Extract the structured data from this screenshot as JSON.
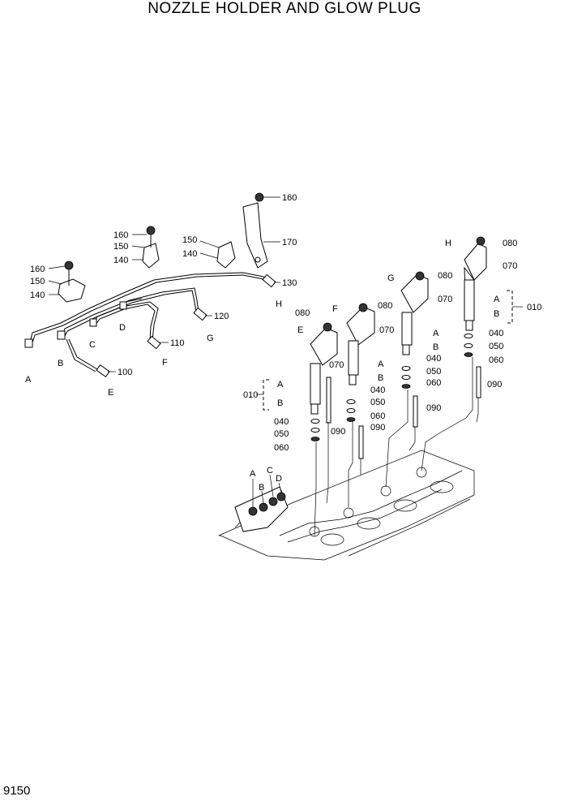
{
  "title": "NOZZLE HOLDER AND GLOW PLUG",
  "page_number": "9150",
  "labels": {
    "p160a": "160",
    "p170": "170",
    "p150a": "150",
    "p140a": "140",
    "p130": "130",
    "pH1": "H",
    "p160b": "160",
    "p150b": "150",
    "p140b": "140",
    "p160c": "160",
    "p150c": "150",
    "p140c": "140",
    "p120": "120",
    "pG1": "G",
    "p110": "110",
    "pF1": "F",
    "p100": "100",
    "pE1": "E",
    "pA1": "A",
    "pB1": "B",
    "pC1": "C",
    "pD1": "D",
    "pH2": "H",
    "p080a": "080",
    "p070a": "070",
    "pA2": "A",
    "pB2": "B",
    "p010a": "010",
    "p040a": "040",
    "p050a": "050",
    "p060a": "060",
    "p090a": "090",
    "pG2": "G",
    "p080b": "080",
    "p070b": "070",
    "pA3": "A",
    "pB3": "B",
    "p040b": "040",
    "p050b": "050",
    "p060b": "060",
    "p090b": "090",
    "pF2": "F",
    "p080c": "080",
    "p080d": "080",
    "p070c": "070",
    "pA4": "A",
    "pB4": "B",
    "p040c": "040",
    "p050c": "050",
    "p060c": "060",
    "p090c": "090",
    "pE2": "E",
    "p070d": "070",
    "pA5": "A",
    "pB5": "B",
    "p010b": "010",
    "p040d": "040",
    "p050d": "050",
    "p060d": "060",
    "p090d": "090",
    "pA6": "A",
    "pB6": "B",
    "pC6": "C",
    "pD6": "D"
  }
}
